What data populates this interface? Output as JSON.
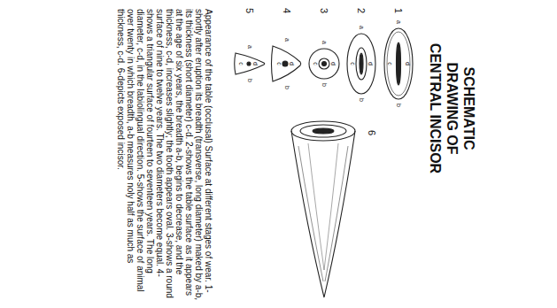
{
  "diagram": {
    "title": "SCHEMATIC DRAWING OF CENTRAL INCISOR",
    "caption": "Appearance of the table (occlusal) Surface at different stages of wear. 1-shortly after eruption its breadth (transverse, long diameter) maked by a-b, its thickness (short diameter) c-d. 2-shows the table surface as it appears at the age of six years, the breadth a-b, begins to decrease, and the thickness, c-d, increases slightly; the tooth appears oval. 3-shows a round surface of nine to twelve years. The two diameters become equal. 4-shows a triangular surface of fourteen to seventeen years. The long diameter, c-d, in the labiolingual direction. 5-shows the surface of animal over twenty in which breadth, a-b measures noly half as much as thickness, c-d. 6-depicts exposed incisor.",
    "labels": [
      "1",
      "2",
      "3",
      "4",
      "5",
      "6",
      "a",
      "b",
      "c",
      "d",
      "a",
      "b",
      "c",
      "d",
      "a",
      "b",
      "c",
      "d",
      "a",
      "b",
      "c",
      "d",
      "a",
      "b",
      "c",
      "d"
    ]
  }
}
